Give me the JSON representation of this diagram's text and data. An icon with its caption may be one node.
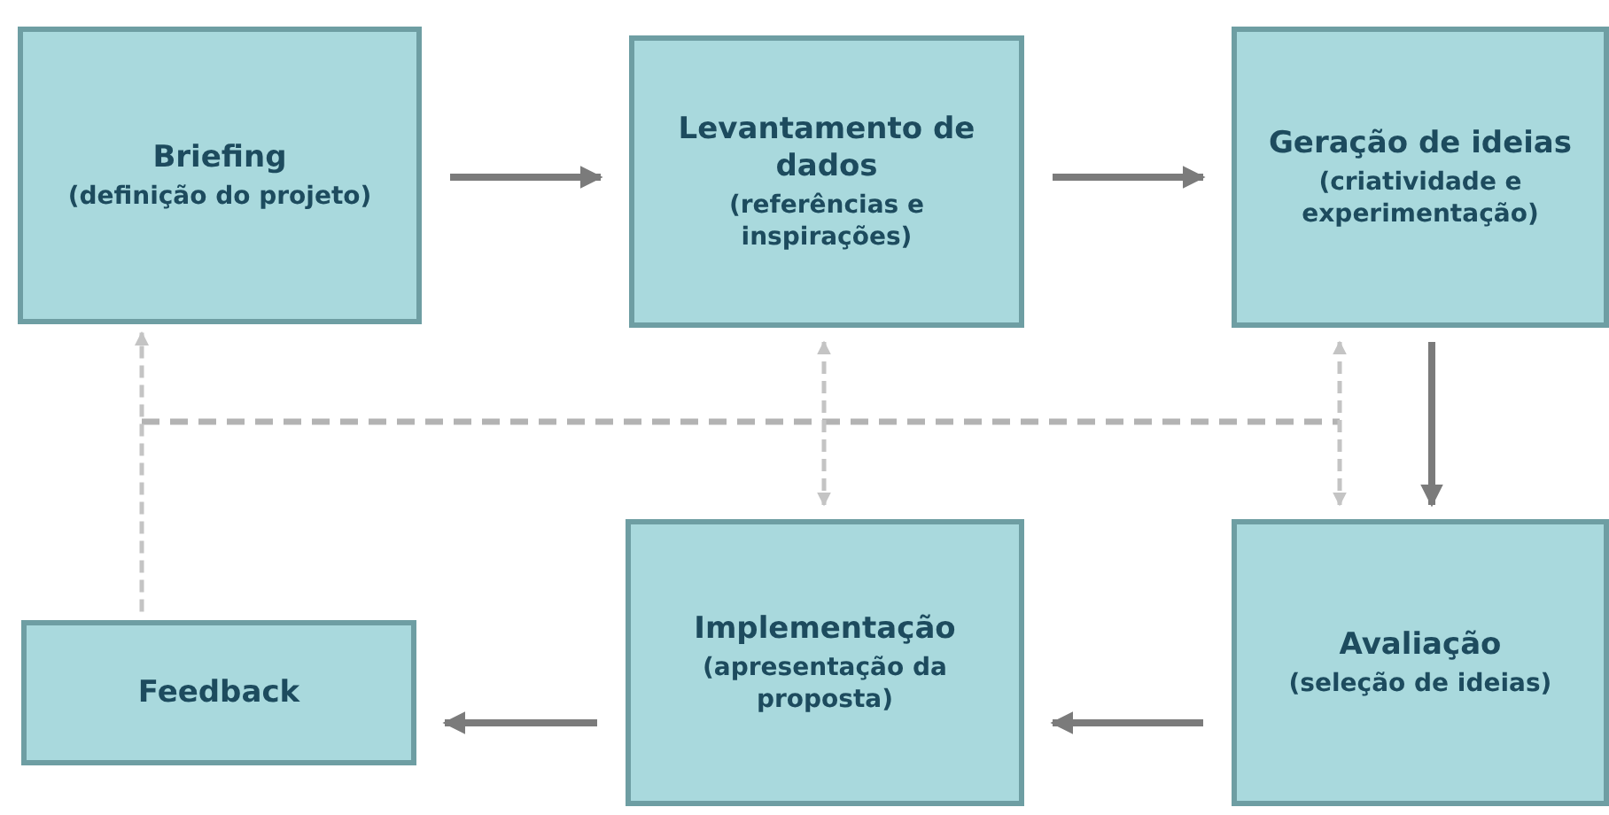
{
  "diagram": {
    "nodes": [
      {
        "text": [
          "Briefing",
          "(definição do projeto)"
        ]
      },
      {
        "text": [
          "Levantamento de dados",
          "(referências e inspirações)"
        ]
      },
      {
        "text": [
          "Geração de ideias",
          "(criatividade e experimentação)"
        ]
      },
      {
        "text": [
          "Feedback"
        ]
      },
      {
        "text": [
          "Implementação",
          "(apresentação da proposta)"
        ]
      },
      {
        "text": [
          "Avaliação",
          "(seleção de ideias)"
        ]
      }
    ],
    "edges": [
      {
        "from": 0,
        "to": 1,
        "arrow": "to"
      },
      {
        "from": 1,
        "to": 2,
        "arrow": "to"
      },
      {
        "from": 2,
        "to": 5,
        "arrow": "to"
      },
      {
        "from": 5,
        "to": 4,
        "arrow": "to"
      },
      {
        "from": 4,
        "to": 3,
        "arrow": "to"
      },
      {
        "from": 3,
        "to": 0,
        "arrow": "to",
        "style": "dashed",
        "color": "#c4c4c4"
      },
      {
        "from": 1,
        "to": 4,
        "arrow": "both",
        "style": "dashed",
        "color": "#c4c4c4"
      },
      {
        "from": 2,
        "to": 5,
        "arrow": "both",
        "style": "dashed",
        "color": "#c4c4c4"
      }
    ]
  }
}
